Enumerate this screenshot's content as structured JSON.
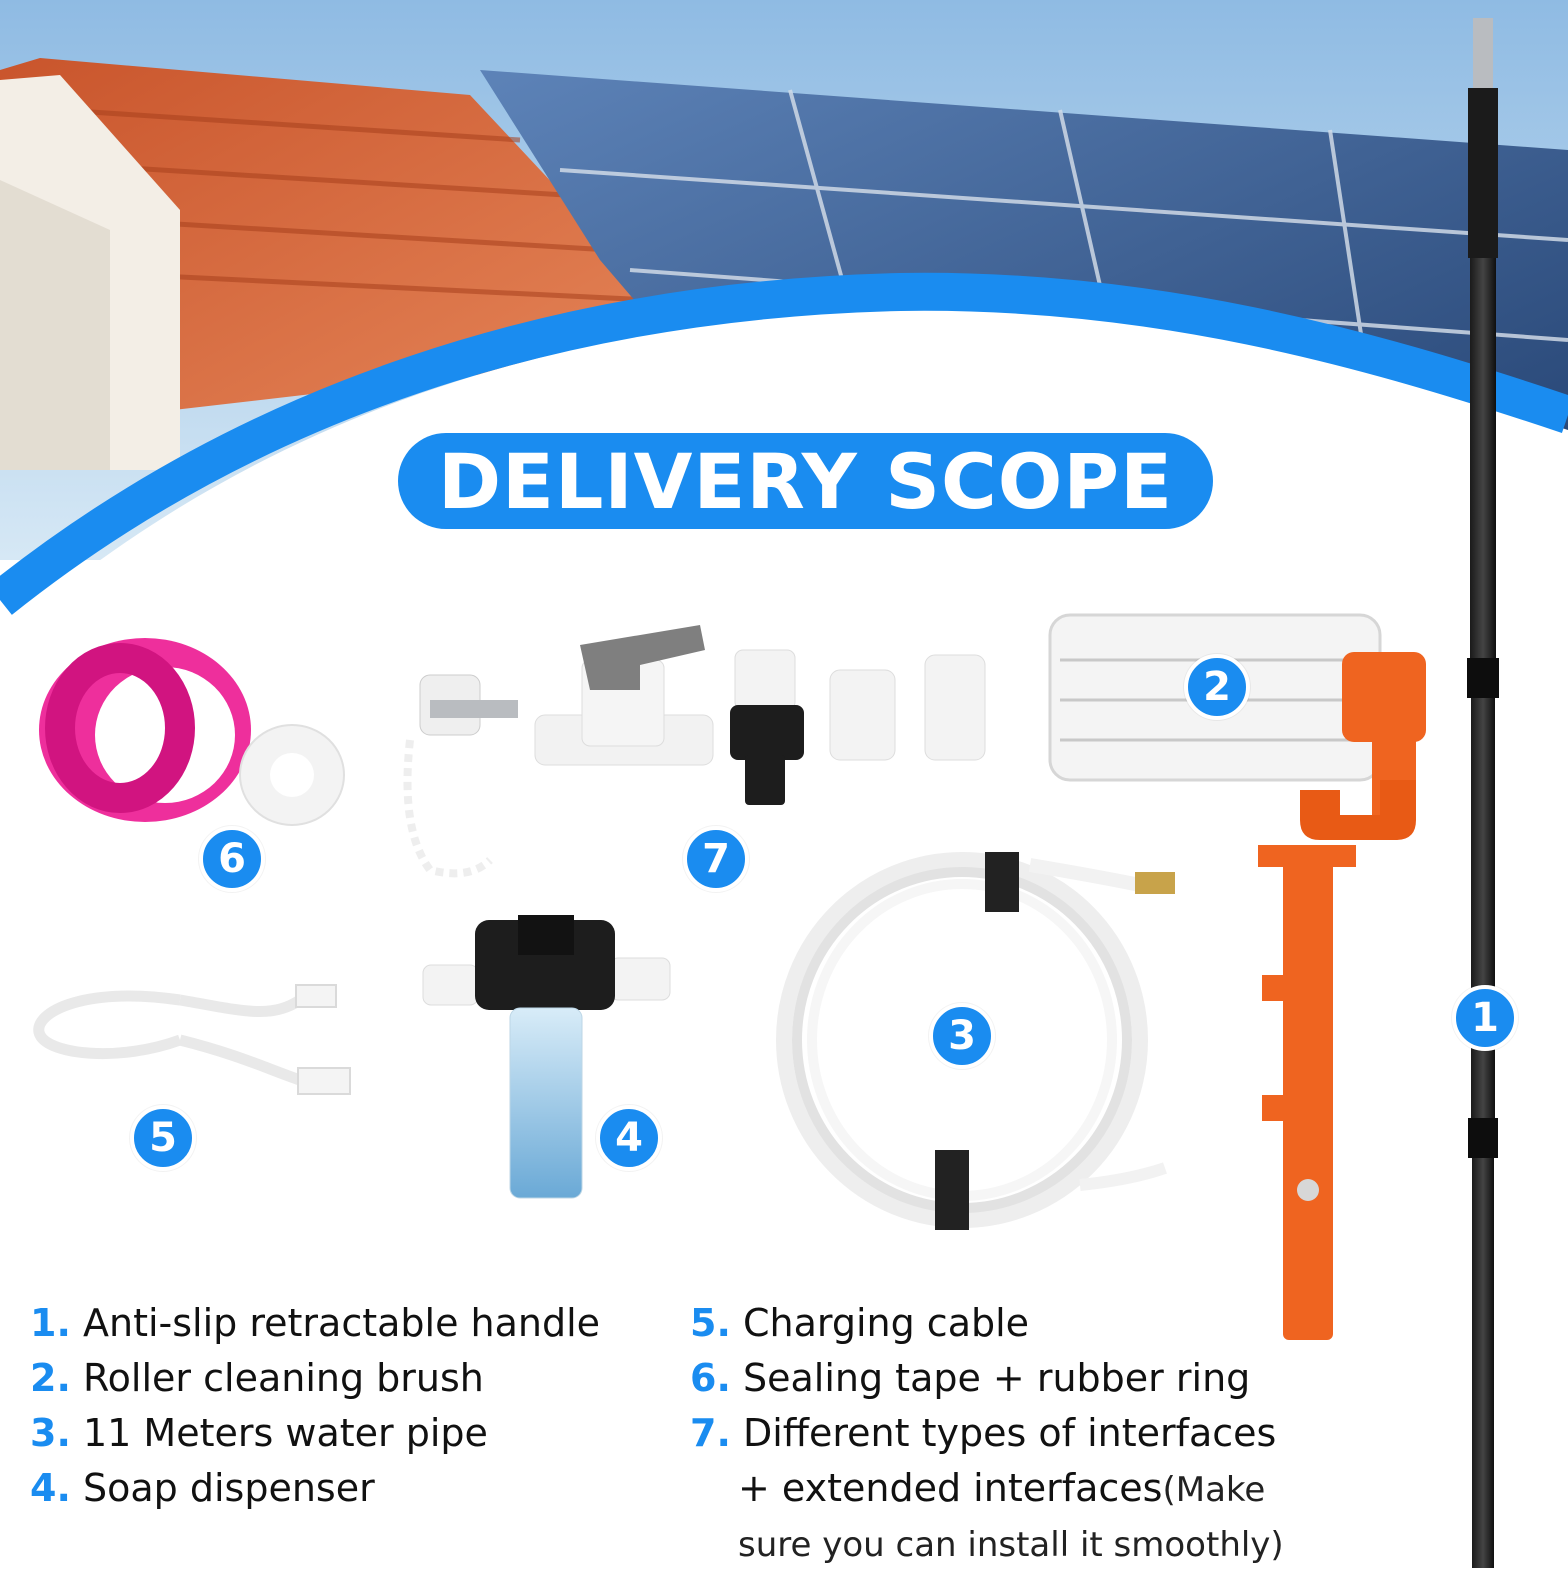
{
  "title": "DELIVERY SCOPE",
  "badges": [
    "1",
    "2",
    "3",
    "4",
    "5",
    "6",
    "7"
  ],
  "items_left": [
    {
      "num": "1.",
      "text": "Anti-slip retractable handle"
    },
    {
      "num": "2.",
      "text": "Roller cleaning brush"
    },
    {
      "num": "3.",
      "text": "11 Meters water pipe"
    },
    {
      "num": "4.",
      "text": "Soap dispenser"
    }
  ],
  "items_right": [
    {
      "num": "5.",
      "text": "Charging cable"
    },
    {
      "num": "6.",
      "text": "Sealing tape + rubber ring"
    },
    {
      "num": "7.",
      "text": "Different types of interfaces"
    }
  ],
  "item7_continued": "+ extended interfaces",
  "item7_note_a": "(Make",
  "item7_note_b": "sure you can install it smoothly)",
  "colors": {
    "accent": "#1a8cf0",
    "sky": "#bcd8ee",
    "roof": "#d9673c",
    "handle": "#ef6420",
    "panel": "#2d4f86"
  }
}
